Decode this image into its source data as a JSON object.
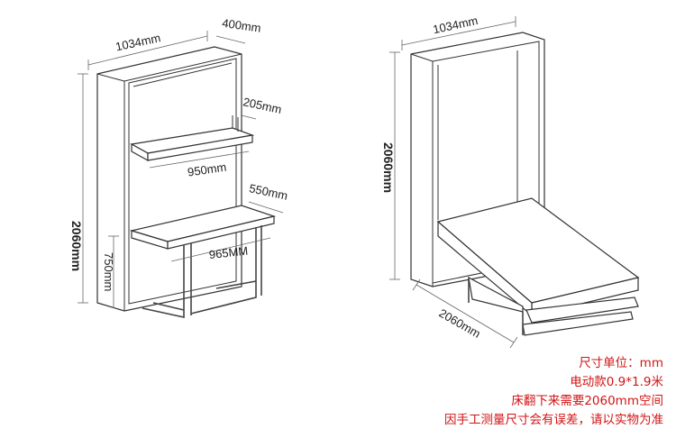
{
  "left_view": {
    "width": "1034mm",
    "depth": "400mm",
    "height": "2060mm",
    "shelf_depth": "205mm",
    "shelf_width": "950mm",
    "desk_depth": "550mm",
    "desk_width": "965MM",
    "desk_height": "750mm"
  },
  "right_view": {
    "width": "1034mm",
    "height": "2060mm",
    "unfolded_length": "2060mm"
  },
  "notes": [
    "尺寸单位：mm",
    "电动款0.9*1.9米",
    "床翻下来需要2060mm空间",
    "因手工测量尺寸会有误差，请以实物为准"
  ],
  "colors": {
    "note_text": "#d21414",
    "lines": "#333333"
  }
}
